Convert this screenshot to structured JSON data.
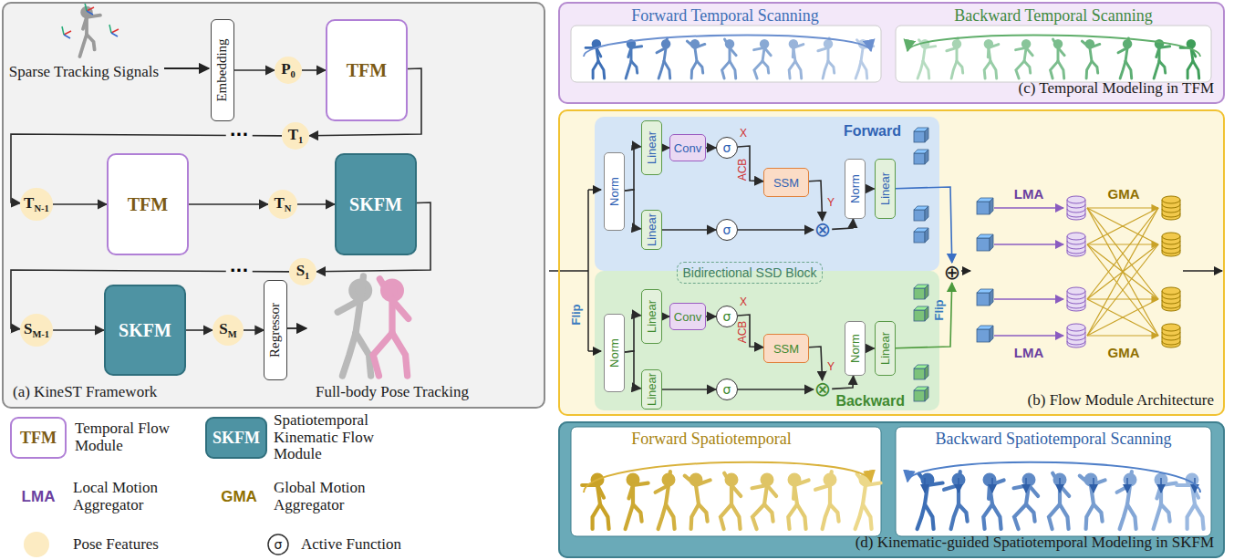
{
  "diagram": {
    "nodes": [
      {
        "text": [
          "(a) KineST Framework"
        ]
      },
      {
        "text": [
          "Embedding"
        ],
        "in": 0
      },
      {
        "text": [
          "P0"
        ],
        "in": 0
      },
      {
        "text": [
          "TFM"
        ],
        "in": 0
      },
      {
        "text": [
          "T1"
        ],
        "in": 0
      },
      {
        "text": [
          "TN-1"
        ],
        "in": 0
      },
      {
        "text": [
          "TFM"
        ],
        "in": 0
      },
      {
        "text": [
          "TN"
        ],
        "in": 0
      },
      {
        "text": [
          "SKFM"
        ],
        "in": 0
      },
      {
        "text": [
          "S1"
        ],
        "in": 0
      },
      {
        "text": [
          "SM-1"
        ],
        "in": 0
      },
      {
        "text": [
          "SKFM"
        ],
        "in": 0
      },
      {
        "text": [
          "SM"
        ],
        "in": 0
      },
      {
        "text": [
          "Regressor"
        ],
        "in": 0
      },
      {
        "text": [
          "(c) Temporal Modeling in TFM"
        ]
      },
      {
        "text": [
          "(b) Flow Module Architecture"
        ]
      },
      {
        "text": [
          "Forward"
        ],
        "in": 15
      },
      {
        "text": [
          "Backward"
        ],
        "in": 15
      },
      {
        "text": [
          "Bidirectional SSD Block"
        ],
        "in": 15
      },
      {
        "text": [
          "Norm"
        ],
        "in": 16
      },
      {
        "text": [
          "Linear"
        ],
        "in": 16
      },
      {
        "text": [
          "Linear"
        ],
        "in": 16
      },
      {
        "text": [
          "Conv"
        ],
        "in": 16
      },
      {
        "text": [
          "σ"
        ],
        "in": 16
      },
      {
        "text": [
          "SSM"
        ],
        "in": 16
      },
      {
        "text": [
          "σ"
        ],
        "in": 16
      },
      {
        "text": [
          "⊗"
        ],
        "in": 16
      },
      {
        "text": [
          "Norm"
        ],
        "in": 16
      },
      {
        "text": [
          "Linear"
        ],
        "in": 16
      },
      {
        "text": [
          "Norm"
        ],
        "in": 17
      },
      {
        "text": [
          "Linear"
        ],
        "in": 17
      },
      {
        "text": [
          "Linear"
        ],
        "in": 17
      },
      {
        "text": [
          "Conv"
        ],
        "in": 17
      },
      {
        "text": [
          "σ"
        ],
        "in": 17
      },
      {
        "text": [
          "SSM"
        ],
        "in": 17
      },
      {
        "text": [
          "σ"
        ],
        "in": 17
      },
      {
        "text": [
          "⊗"
        ],
        "in": 17
      },
      {
        "text": [
          "Norm"
        ],
        "in": 17
      },
      {
        "text": [
          "Linear"
        ],
        "in": 17
      },
      {
        "text": [
          "⊕"
        ],
        "in": 15
      },
      {
        "text": [
          "(d) Kinematic-guided Spatiotemporal Modeling in SKFM"
        ]
      }
    ],
    "edges": [
      {
        "from": 1,
        "to": 2,
        "arrow": "to"
      },
      {
        "from": 2,
        "to": 3,
        "arrow": "to"
      },
      {
        "from": 3,
        "to": 4,
        "arrow": "to"
      },
      {
        "from": 4,
        "to": 5,
        "arrow": "to",
        "label": "···"
      },
      {
        "from": 5,
        "to": 6,
        "arrow": "to"
      },
      {
        "from": 6,
        "to": 7,
        "arrow": "to"
      },
      {
        "from": 7,
        "to": 8,
        "arrow": "to"
      },
      {
        "from": 8,
        "to": 9,
        "arrow": "to"
      },
      {
        "from": 9,
        "to": 10,
        "arrow": "to",
        "label": "···"
      },
      {
        "from": 10,
        "to": 11,
        "arrow": "to"
      },
      {
        "from": 11,
        "to": 12,
        "arrow": "to"
      },
      {
        "from": 12,
        "to": 13,
        "arrow": "to"
      },
      {
        "from": 19,
        "to": 20,
        "arrow": "to"
      },
      {
        "from": 19,
        "to": 21,
        "arrow": "to"
      },
      {
        "from": 20,
        "to": 22,
        "arrow": "to"
      },
      {
        "from": 22,
        "to": 23,
        "arrow": "to"
      },
      {
        "from": 23,
        "to": 24,
        "arrow": "to"
      },
      {
        "from": 21,
        "to": 25,
        "arrow": "to"
      },
      {
        "from": 25,
        "to": 26,
        "arrow": "to"
      },
      {
        "from": 24,
        "to": 26,
        "arrow": "to"
      },
      {
        "from": 26,
        "to": 27,
        "arrow": "to"
      },
      {
        "from": 27,
        "to": 28,
        "arrow": "to"
      },
      {
        "from": 28,
        "to": 39,
        "arrow": "to"
      },
      {
        "from": 29,
        "to": 30,
        "arrow": "to"
      },
      {
        "from": 29,
        "to": 31,
        "arrow": "to"
      },
      {
        "from": 30,
        "to": 32,
        "arrow": "to"
      },
      {
        "from": 32,
        "to": 33,
        "arrow": "to"
      },
      {
        "from": 33,
        "to": 34,
        "arrow": "to"
      },
      {
        "from": 31,
        "to": 35,
        "arrow": "to"
      },
      {
        "from": 35,
        "to": 36,
        "arrow": "to"
      },
      {
        "from": 34,
        "to": 36,
        "arrow": "to"
      },
      {
        "from": 36,
        "to": 37,
        "arrow": "to"
      },
      {
        "from": 37,
        "to": 38,
        "arrow": "to"
      },
      {
        "from": 38,
        "to": 39,
        "arrow": "to"
      }
    ],
    "labels": [
      "Sparse Tracking Signals",
      "Full-body Pose Tracking",
      "Forward Temporal Scanning",
      "Backward Temporal Scanning",
      "Flip",
      "ACB",
      "X",
      "Y",
      "ACB",
      "X",
      "Y",
      "Flip",
      "LMA",
      "LMA",
      "GMA",
      "GMA",
      "Forward Spatiotemporal",
      "Backward Spatiotemporal Scanning",
      "TFM",
      "SKFM",
      "LMA",
      "GMA",
      "σ"
    ],
    "legend": [
      {
        "text": "Temporal Flow Module"
      },
      {
        "text": "Spatiotemporal Kinematic Flow Module"
      },
      {
        "text": "Local Motion Aggregator"
      },
      {
        "text": "Global Motion Aggregator"
      },
      {
        "text": "Pose Features",
        "color": "#fcebc2"
      },
      {
        "text": "Active Function"
      }
    ]
  }
}
